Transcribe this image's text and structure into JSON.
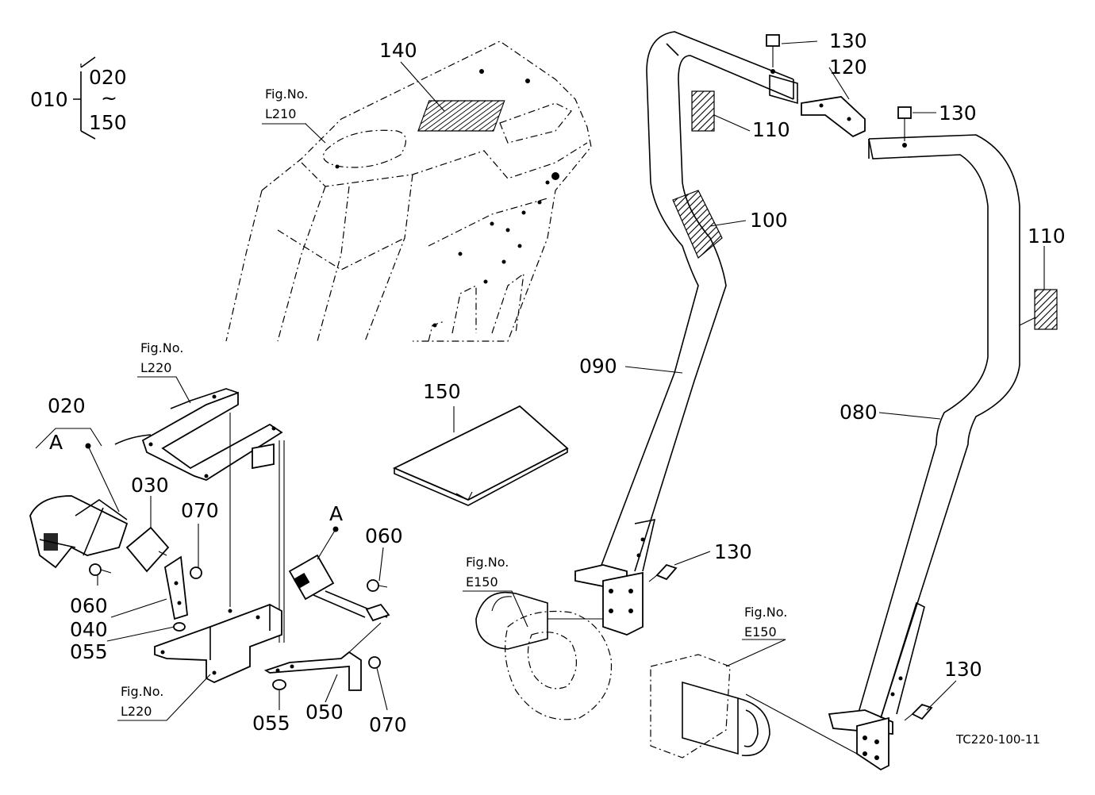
{
  "diagram": {
    "code": "TC220-100-11",
    "range": {
      "parent": "010",
      "from": "020",
      "tilde": "~",
      "to": "150"
    },
    "fig_refs": [
      {
        "line1": "Fig.No.",
        "line2": "L210"
      },
      {
        "line1": "Fig.No.",
        "line2": "L220"
      },
      {
        "line1": "Fig.No.",
        "line2": "L220"
      },
      {
        "line1": "Fig.No.",
        "line2": "E150"
      },
      {
        "line1": "Fig.No.",
        "line2": "E150"
      }
    ],
    "parts": {
      "p020": "020",
      "p030": "030",
      "p040": "040",
      "p050": "050",
      "p055a": "055",
      "p055b": "055",
      "p060a": "060",
      "p060b": "060",
      "p070a": "070",
      "p070b": "070",
      "p080": "080",
      "p090": "090",
      "p100": "100",
      "p110a": "110",
      "p110b": "110",
      "p120": "120",
      "p130a": "130",
      "p130b": "130",
      "p130c": "130",
      "p130d": "130",
      "p140": "140",
      "p150": "150"
    },
    "detail_markers": {
      "a1": "A",
      "a2": "A"
    }
  }
}
